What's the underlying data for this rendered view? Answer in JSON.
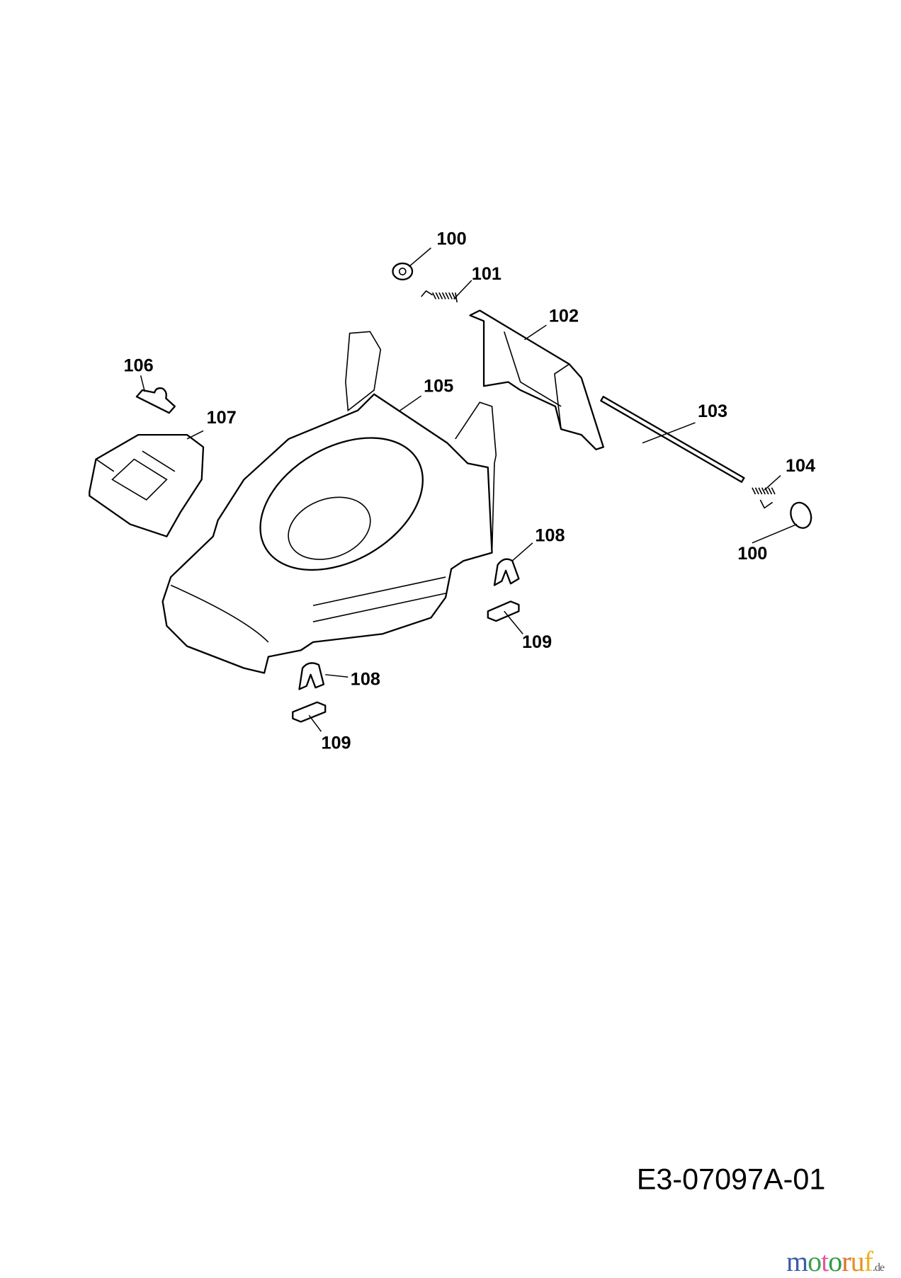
{
  "diagram": {
    "drawing_code": "E3-07097A-01",
    "parts": [
      {
        "number": "100",
        "name": "washer-top"
      },
      {
        "number": "101",
        "name": "spring-left"
      },
      {
        "number": "102",
        "name": "rear-flap"
      },
      {
        "number": "103",
        "name": "rod"
      },
      {
        "number": "104",
        "name": "spring-right"
      },
      {
        "number": "100",
        "name": "cap-right"
      },
      {
        "number": "105",
        "name": "deck"
      },
      {
        "number": "106",
        "name": "clip"
      },
      {
        "number": "107",
        "name": "cover"
      },
      {
        "number": "108",
        "name": "bracket-right"
      },
      {
        "number": "109",
        "name": "insert-right"
      },
      {
        "number": "108",
        "name": "bracket-left"
      },
      {
        "number": "109",
        "name": "insert-left"
      }
    ]
  },
  "watermark": {
    "brand": "motoruf",
    "tld": ".de",
    "colors": [
      "#3b5ba9",
      "#3aa14a",
      "#e05a9a",
      "#2e9c4a",
      "#e0702a",
      "#f0b020"
    ]
  }
}
